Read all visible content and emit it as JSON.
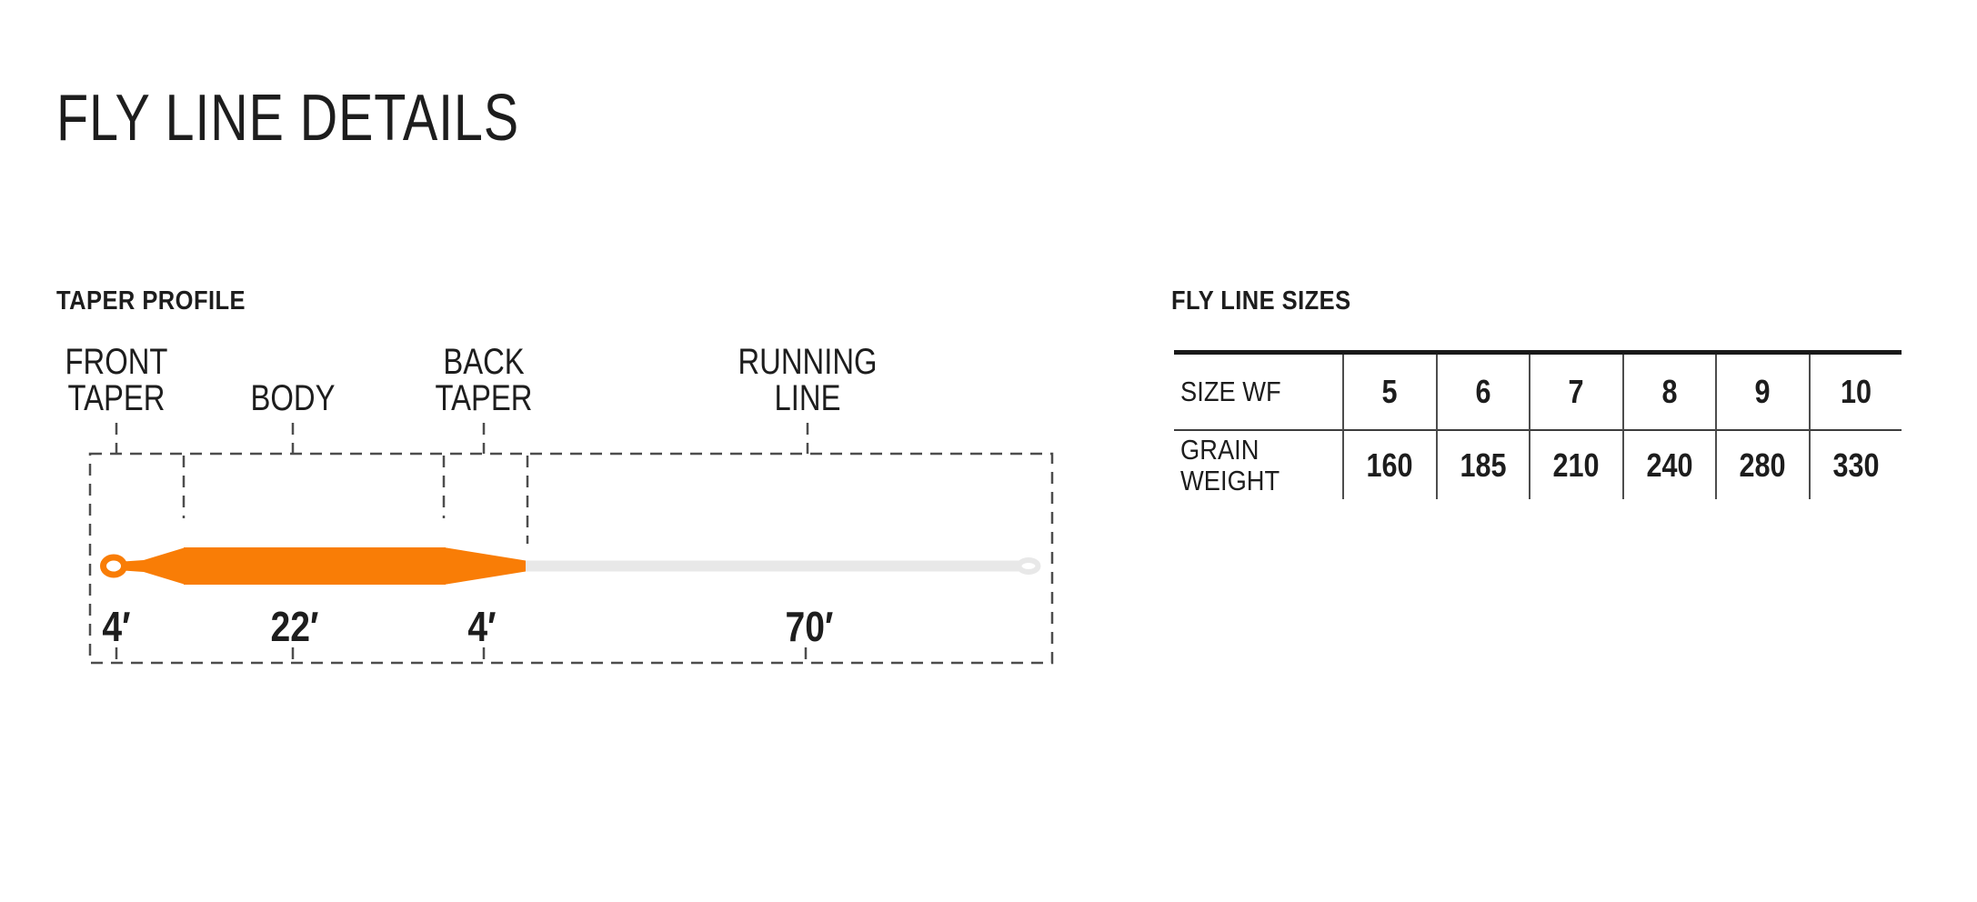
{
  "page_title": "FLY LINE DETAILS",
  "taper_profile": {
    "heading": "TAPER PROFILE",
    "sections": [
      {
        "name": "FRONT TAPER",
        "length": "4′"
      },
      {
        "name": "BODY",
        "length": "22′"
      },
      {
        "name": "BACK TAPER",
        "length": "4′"
      },
      {
        "name": "RUNNING LINE",
        "length": "70′"
      }
    ],
    "colors": {
      "head_section": "#F97D06",
      "running_line_section": "#E8E8E8",
      "dashed_lines": "#4d4d4d",
      "text": "#1d1d1d"
    }
  },
  "fly_line_sizes": {
    "heading": "FLY LINE SIZES",
    "rows": [
      {
        "label": "SIZE WF",
        "values": [
          "5",
          "6",
          "7",
          "8",
          "9",
          "10"
        ]
      },
      {
        "label": "GRAIN WEIGHT",
        "values": [
          "160",
          "185",
          "210",
          "240",
          "280",
          "330"
        ]
      }
    ]
  }
}
